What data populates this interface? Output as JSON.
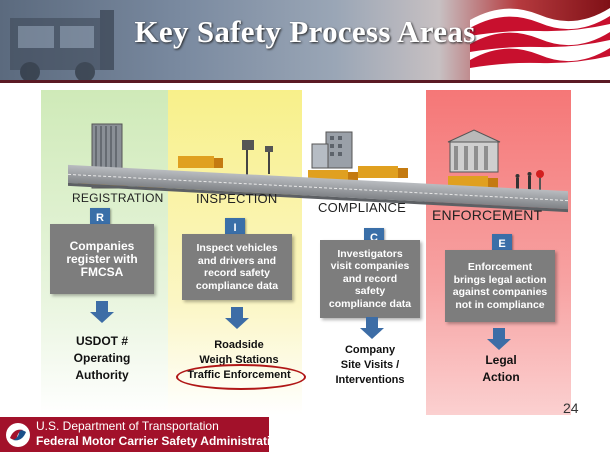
{
  "header": {
    "title": "Key Safety Process Areas"
  },
  "road_labels": [
    "REGISTRATION",
    "INSPECTION",
    "COMPLIANCE",
    "ENFORCEMENT"
  ],
  "columns": [
    {
      "badge": "R",
      "box_lines": [
        "Companies",
        "register with",
        "FMCSA"
      ],
      "bottom_lines": [
        "USDOT #",
        "Operating",
        "Authority"
      ]
    },
    {
      "badge": "I",
      "box_lines": [
        "Inspect vehicles",
        "and drivers and",
        "record safety",
        "compliance data"
      ],
      "bottom_lines": [
        "Roadside",
        "Weigh Stations",
        "Traffic Enforcement"
      ]
    },
    {
      "badge": "C",
      "box_lines": [
        "Investigators",
        "visit companies",
        "and record",
        "safety",
        "compliance data"
      ],
      "bottom_lines": [
        "Company",
        "Site Visits /",
        "Interventions"
      ]
    },
    {
      "badge": "E",
      "box_lines": [
        "Enforcement",
        "brings legal action",
        "against companies",
        "not in compliance"
      ],
      "bottom_lines": [
        "Legal",
        "Action"
      ]
    }
  ],
  "footer": {
    "line1": "U.S. Department of Transportation",
    "line2": "Federal Motor Carrier Safety Administration"
  },
  "page_number": "24",
  "colors": {
    "green": "#cfeab8",
    "yellow": "#f8f08a",
    "red": "#f57777",
    "badge_blue": "#3a6fa8",
    "box_gray": "#7d7d7d",
    "footer_red": "#a2112a"
  }
}
